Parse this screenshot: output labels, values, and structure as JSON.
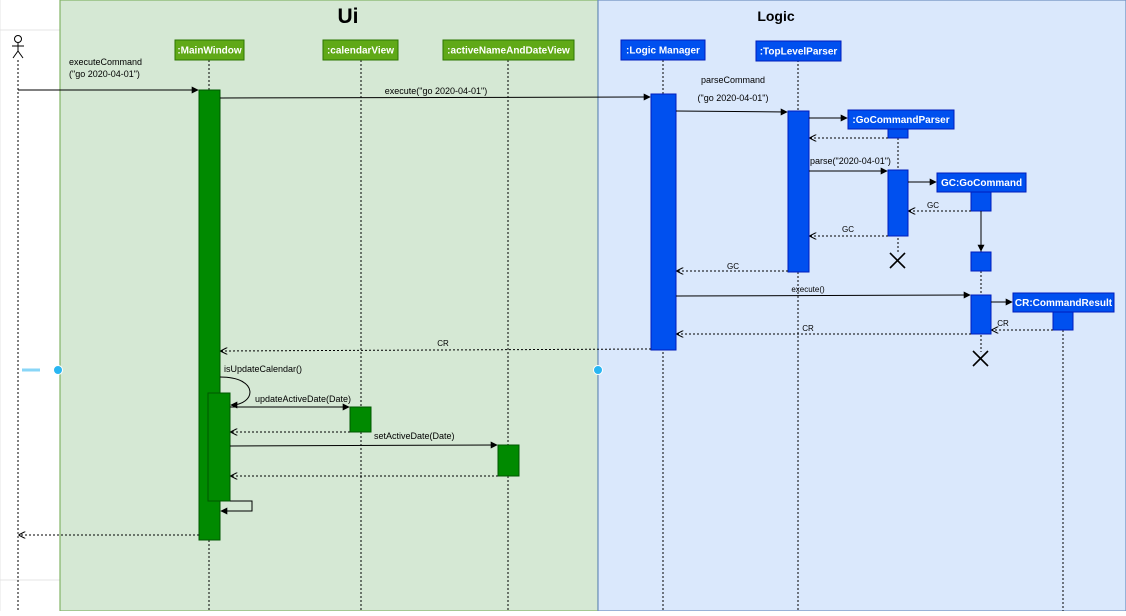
{
  "lanes": {
    "ui": {
      "title": "Ui",
      "fill": "#d5e8d4",
      "stroke": "#82b366"
    },
    "logic": {
      "title": "Logic",
      "fill": "#dae8fc",
      "stroke": "#6c8ebf"
    }
  },
  "colors": {
    "green": "#008a00",
    "green_header": "#60a917",
    "blue": "#0050ef",
    "line": "#000000"
  },
  "participants": [
    {
      "id": "mainwindow",
      "label": ":MainWindow"
    },
    {
      "id": "calendarview",
      "label": ":calendarView"
    },
    {
      "id": "activenameanddateview",
      "label": ":activeNameAndDateView"
    },
    {
      "id": "logicmanager",
      "label": ":Logic Manager"
    },
    {
      "id": "toplevelparser",
      "label": ":TopLevelParser"
    },
    {
      "id": "gocommandparser",
      "label": ":GoCommandParser"
    },
    {
      "id": "gocommand",
      "label": "GC:GoCommand"
    },
    {
      "id": "commandresult",
      "label": "CR:CommandResult"
    }
  ],
  "messages": {
    "execute_command": [
      "executeCommand",
      "(\"go 2020-04-01\")"
    ],
    "execute_logic": "execute(\"go 2020-04-01\")",
    "parse_command": [
      "parseCommand",
      "(\"go 2020-04-01\")"
    ],
    "parse": "parse(\"2020-04-01\")",
    "gc_return_1": "GC",
    "gc_return_2": "GC",
    "gc_return_3": "GC",
    "execute": "execute()",
    "cr_return_1": "CR",
    "cr_return_2": "CR",
    "cr_return_3": "CR",
    "is_update_calendar": "isUpdateCalendar()",
    "update_active_date": "updateActiveDate(Date)",
    "set_active_date": "setActiveDate(Date)"
  }
}
